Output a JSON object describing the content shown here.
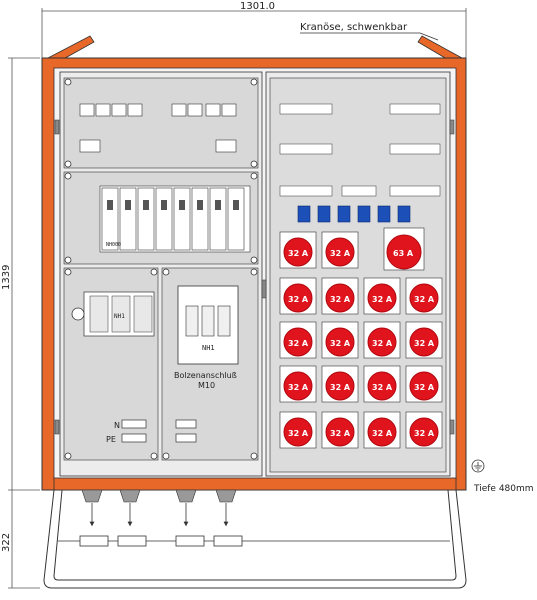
{
  "dimensions": {
    "width_label": "1301.0",
    "height_label": "1339",
    "stand_label": "322",
    "depth_label": "Tiefe 480mm"
  },
  "annotations": {
    "crane_eye": "Kranöse, schwenkbar",
    "bolt_connection_line1": "Bolzenanschluß",
    "bolt_connection_line2": "M10",
    "n_label": "N",
    "pe_label": "PE",
    "fuse_label": "NH1",
    "switch_label": "NH1",
    "fuse_strip_label": "NH000"
  },
  "colors": {
    "frame": "#e8682a",
    "frame_dark": "#a84010",
    "panel": "#d8d8d8",
    "panel_light": "#ececec",
    "socket_red": "#e0141c",
    "socket_dark": "#b00810",
    "socket_blue": "#1c4fb8",
    "line": "#333333"
  },
  "sockets": {
    "row1": [
      "32 A",
      "32 A",
      "63 A"
    ],
    "grid": [
      [
        "32 A",
        "32 A",
        "32 A",
        "32 A"
      ],
      [
        "32 A",
        "32 A",
        "32 A",
        "32 A"
      ],
      [
        "32 A",
        "32 A",
        "32 A",
        "32 A"
      ],
      [
        "32 A",
        "32 A",
        "32 A",
        "32 A"
      ]
    ]
  },
  "icons": [
    "ground-icon",
    "arrow-down-icon",
    "crane-eye-icon"
  ]
}
